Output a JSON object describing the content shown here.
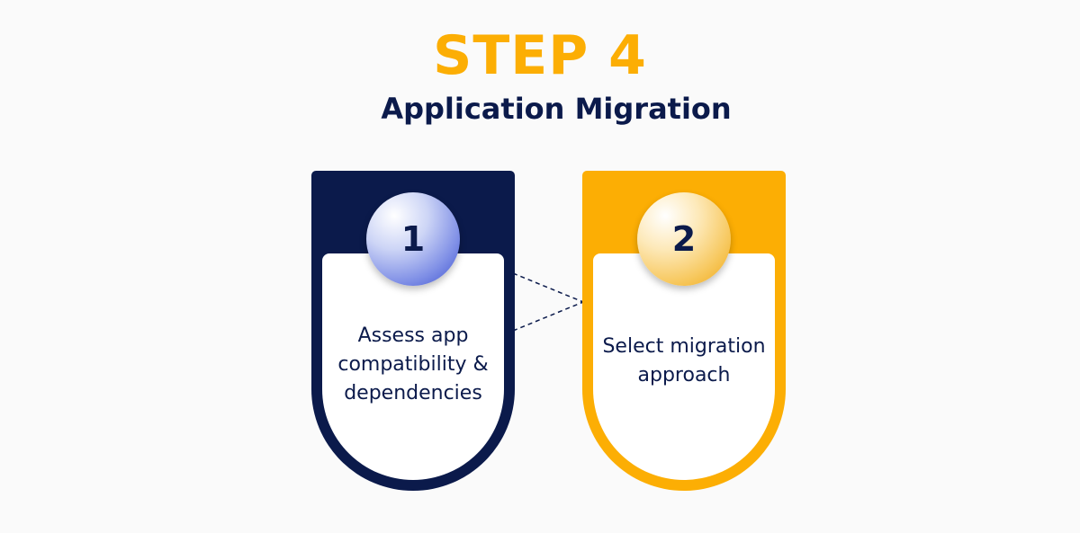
{
  "header": {
    "step_label": "STEP 4",
    "title": "Application Migration"
  },
  "steps": [
    {
      "number": "1",
      "text_lines": [
        "Assess app",
        "compatibility &",
        "dependencies"
      ]
    },
    {
      "number": "2",
      "text_lines": [
        "Select migration",
        "approach"
      ]
    }
  ],
  "colors": {
    "navy": "#0b1a4b",
    "gold": "#fcae04",
    "background": "#fafafa"
  }
}
